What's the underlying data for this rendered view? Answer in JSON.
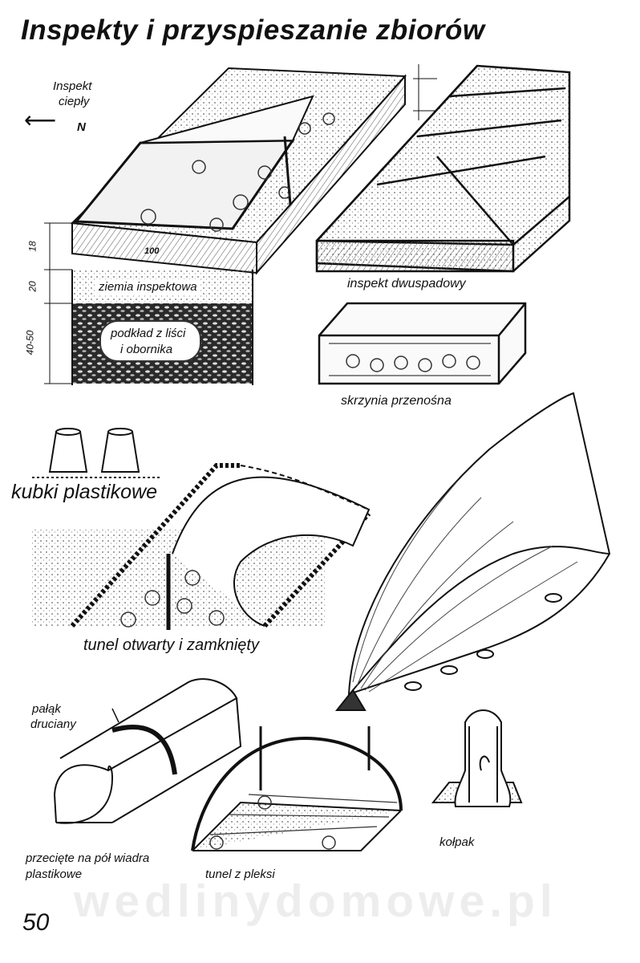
{
  "title": "Inspekty i przyspieszanie zbiorów",
  "compass": {
    "label_line1": "Inspekt",
    "label_line2": "ciepły",
    "direction": "N",
    "arrow_glyph": "⟵"
  },
  "hotbed": {
    "width_label": "100",
    "dim_frame": "18",
    "dim_soil": "20",
    "dim_base": "40-50",
    "soil_label": "ziemia inspektowa",
    "base_label_line1": "podkład z liści",
    "base_label_line2": "i obornika"
  },
  "double_pitch_label": "inspekt dwuspadowy",
  "portable_box_label": "skrzynia przenośna",
  "cups_label": "kubki plastikowe",
  "tunnel_label": "tunel otwarty i zamknięty",
  "bucket": {
    "wire_hoop_line1": "pałąk",
    "wire_hoop_line2": "druciany",
    "caption_line1": "przecięte na pół wiadra",
    "caption_line2": "plastikowe"
  },
  "plexi_tunnel_label": "tunel z pleksi",
  "cloche_label": "kołpak",
  "page_number": "50",
  "watermark": "wedlinydomowe.pl"
}
